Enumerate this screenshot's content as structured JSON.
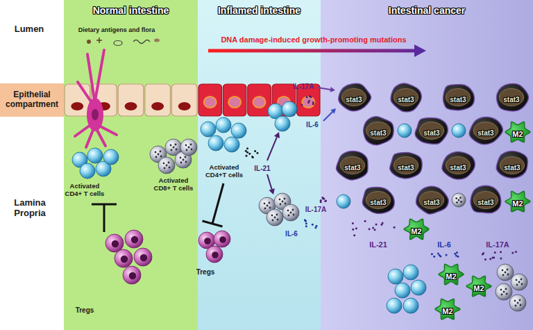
{
  "diagram": {
    "nodes": [
      {
        "text": [
          "Normal intestine"
        ]
      },
      {
        "text": [
          "Inflamed intestine"
        ]
      },
      {
        "text": [
          "Intestinal cancer"
        ]
      },
      {
        "text": [
          "Epithelial compartment"
        ]
      },
      {
        "text": [
          "stat3"
        ],
        "in": 2
      },
      {
        "text": [
          "stat3"
        ],
        "in": 2
      },
      {
        "text": [
          "stat3"
        ],
        "in": 2
      },
      {
        "text": [
          "stat3"
        ],
        "in": 2
      },
      {
        "text": [
          "stat3"
        ],
        "in": 2
      },
      {
        "text": [
          "stat3"
        ],
        "in": 2
      },
      {
        "text": [
          "stat3"
        ],
        "in": 2
      },
      {
        "text": [
          "stat3"
        ],
        "in": 2
      },
      {
        "text": [
          "stat3"
        ],
        "in": 2
      },
      {
        "text": [
          "stat3"
        ],
        "in": 2
      },
      {
        "text": [
          "stat3"
        ],
        "in": 2
      },
      {
        "text": [
          "stat3"
        ],
        "in": 2
      },
      {
        "text": [
          "stat3"
        ],
        "in": 2
      },
      {
        "text": [
          "stat3"
        ],
        "in": 2
      },
      {
        "text": [
          "M2"
        ],
        "in": 2
      },
      {
        "text": [
          "M2"
        ],
        "in": 2
      },
      {
        "text": [
          "M2"
        ],
        "in": 2
      },
      {
        "text": [
          "M2"
        ],
        "in": 2
      },
      {
        "text": [
          "M2"
        ],
        "in": 2
      },
      {
        "text": [
          "M2"
        ],
        "in": 2
      }
    ],
    "labels": [
      "Lumen",
      "Dietary antigens and flora",
      "DNA damage-induced growth-promoting mutations",
      "Lamina Propria",
      "Activated CD4+ T cells",
      "Activated CD8+ T cells",
      "Tregs",
      "Activated CD4+T cells",
      "IL-21",
      "IL-17A",
      "IL-6",
      "IL-17A",
      "IL-6",
      "Tregs",
      "IL-21",
      "IL-6",
      "IL-17A"
    ]
  }
}
